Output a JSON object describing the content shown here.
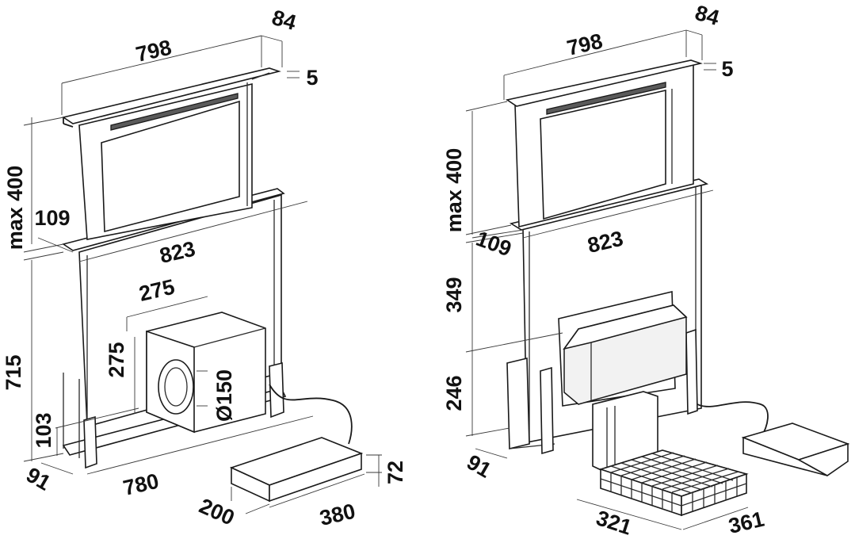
{
  "left_unit": {
    "width_top": "798",
    "depth_top": "84",
    "lip": "5",
    "max_height": "max 400",
    "top_depth": "109",
    "width_body": "823",
    "motor_width": "275",
    "motor_height": "275",
    "outlet_diameter": "Ø150",
    "body_height": "715",
    "foot_height": "103",
    "base_depth": "91",
    "base_width": "780",
    "box_depth": "200",
    "box_width": "380",
    "box_height": "72"
  },
  "right_unit": {
    "width_top": "798",
    "depth_top": "84",
    "lip": "5",
    "max_height": "max 400",
    "top_depth": "109",
    "width_body": "823",
    "upper_height": "349",
    "lower_height": "246",
    "base_depth": "91",
    "filter_width": "321",
    "filter_depth": "361"
  }
}
